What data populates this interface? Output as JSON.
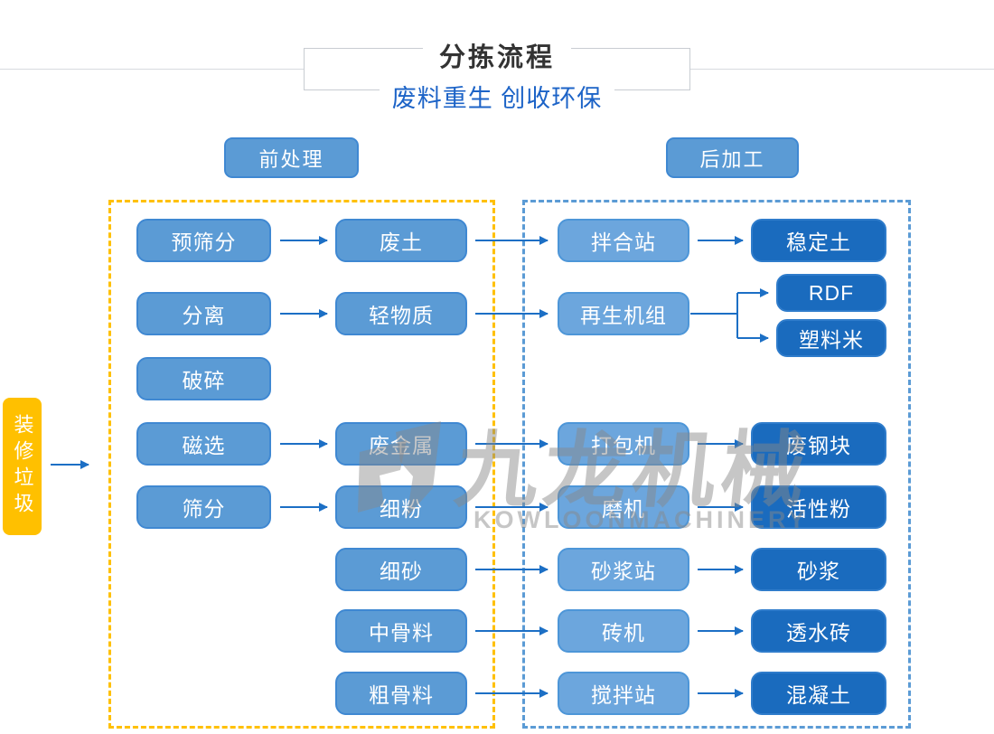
{
  "header": {
    "title": "分拣流程",
    "subtitle": "废料重生 创收环保"
  },
  "sections": {
    "pre_label": "前处理",
    "post_label": "后加工"
  },
  "source_label": "装修垃圾",
  "watermark": {
    "cn": "九龙机械",
    "en": "KOWLOONMACHINERY"
  },
  "colors": {
    "node_mid": "#5B9BD5",
    "node_mid_border": "#3F88D2",
    "node_stage": "#6CA6DD",
    "node_stage_border": "#4D96D8",
    "node_dark": "#1A6BBE",
    "node_dark_border": "#2F7CCB",
    "accent_yellow": "#FFC000",
    "dashed_blue": "#5B9BD5",
    "arrow": "#1C6FC5",
    "subtitle_blue": "#1C63C7"
  },
  "flow": {
    "rows": [
      {
        "step": "预筛分",
        "material": "废土",
        "process": "拌合站",
        "product": "稳定土"
      },
      {
        "step": "分离",
        "material": "轻物质",
        "process": "再生机组",
        "products": [
          "RDF",
          "塑料米"
        ]
      },
      {
        "step": "破碎"
      },
      {
        "step": "磁选",
        "material": "废金属",
        "process": "打包机",
        "product": "废钢块"
      },
      {
        "step": "筛分",
        "material": "细粉",
        "process": "磨机",
        "product": "活性粉"
      },
      {
        "material": "细砂",
        "process": "砂浆站",
        "product": "砂浆"
      },
      {
        "material": "中骨料",
        "process": "砖机",
        "product": "透水砖"
      },
      {
        "material": "粗骨料",
        "process": "搅拌站",
        "product": "混凝土"
      }
    ]
  }
}
